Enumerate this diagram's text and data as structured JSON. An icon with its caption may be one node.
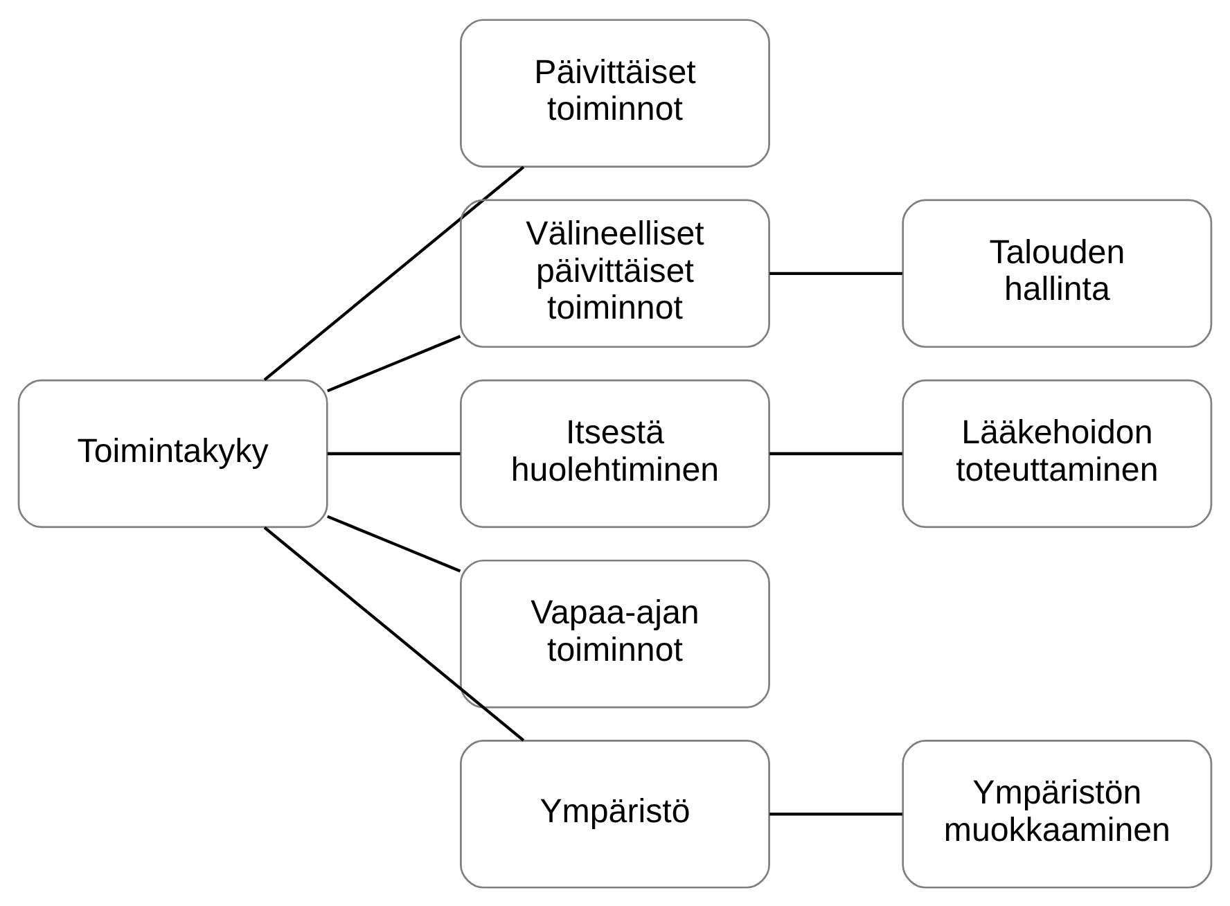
{
  "diagram": {
    "nodes": [
      {
        "text": [
          "Toimintakyky"
        ]
      },
      {
        "text": [
          "Päivittäiset toiminnot"
        ]
      },
      {
        "text": [
          "Välineelliset päivittäiset toiminnot"
        ]
      },
      {
        "text": [
          "Talouden hallinta"
        ]
      },
      {
        "text": [
          "Itsestä huolehtiminen"
        ]
      },
      {
        "text": [
          "Lääkehoidon toteuttaminen"
        ]
      },
      {
        "text": [
          "Vapaa-ajan toiminnot"
        ]
      },
      {
        "text": [
          "Ympäristö"
        ]
      },
      {
        "text": [
          "Ympäristön muokkaaminen"
        ]
      }
    ],
    "edges": [
      {
        "from": 0,
        "to": 1,
        "arrow": "none"
      },
      {
        "from": 0,
        "to": 2,
        "arrow": "none"
      },
      {
        "from": 0,
        "to": 4,
        "arrow": "none"
      },
      {
        "from": 0,
        "to": 6,
        "arrow": "none"
      },
      {
        "from": 0,
        "to": 7,
        "arrow": "none"
      },
      {
        "from": 2,
        "to": 3,
        "arrow": "none"
      },
      {
        "from": 4,
        "to": 5,
        "arrow": "none"
      },
      {
        "from": 7,
        "to": 8,
        "arrow": "none"
      }
    ]
  }
}
